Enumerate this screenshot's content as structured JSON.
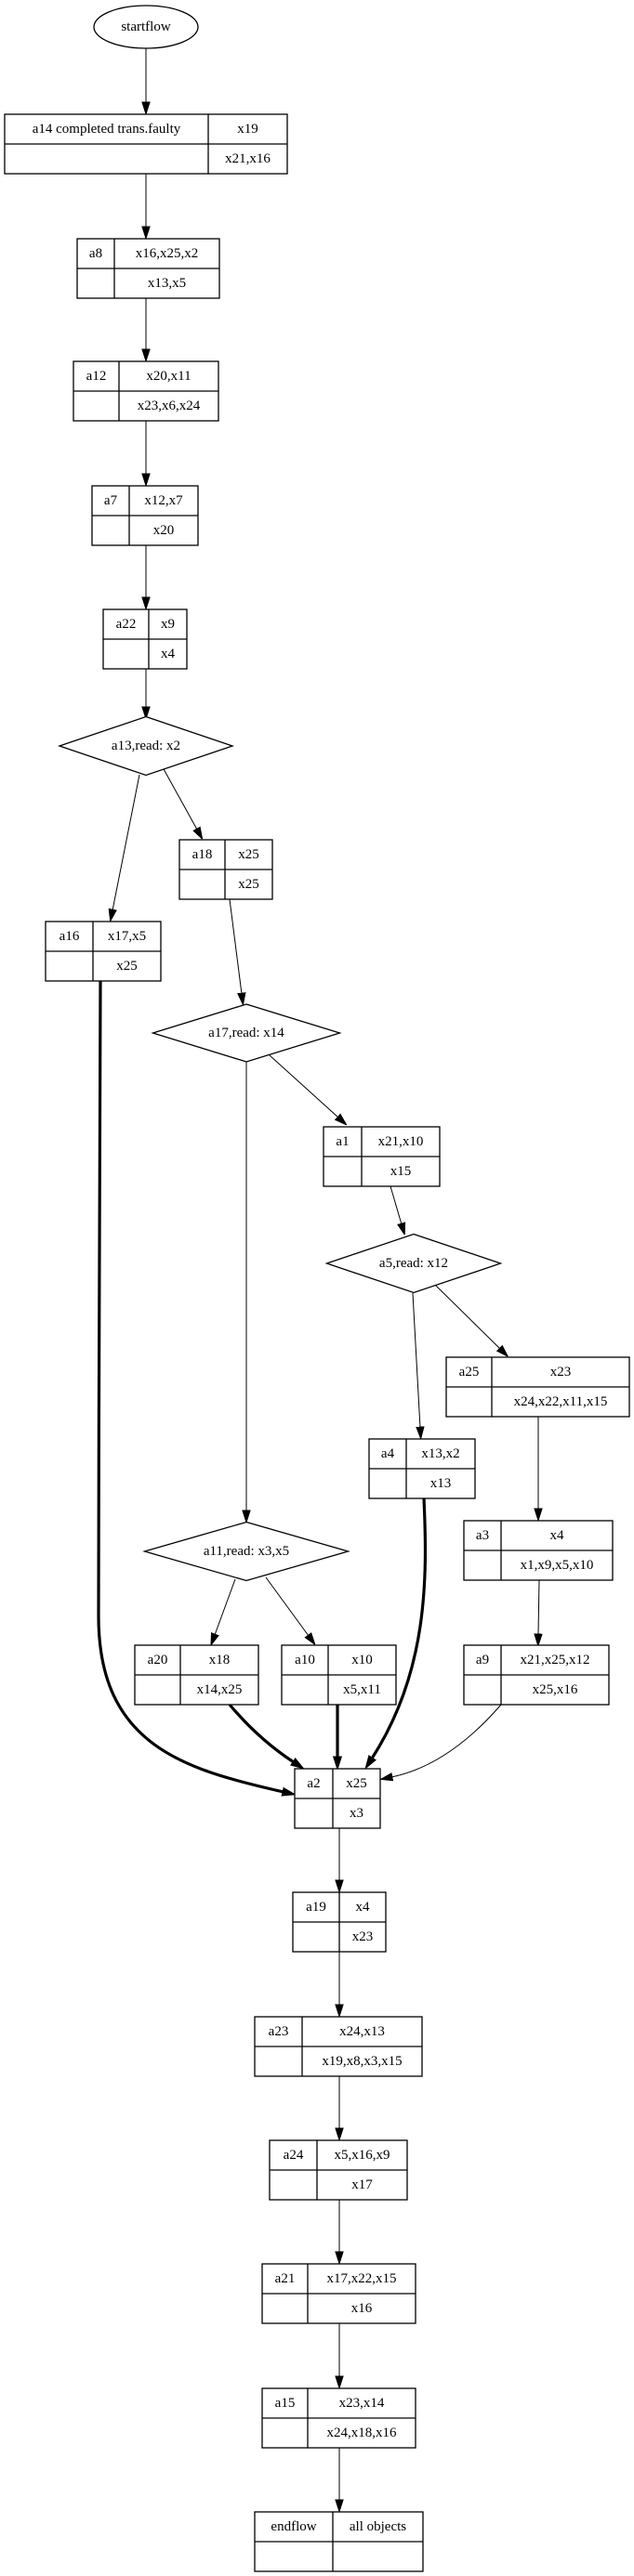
{
  "diagram": {
    "type": "flow-graph",
    "start": {
      "id": "startflow",
      "label": "startflow",
      "shape": "ellipse"
    },
    "nodes": [
      {
        "id": "a14",
        "shape": "record",
        "name": "a14 completed trans.faulty",
        "top": "x19",
        "bottom": "x21,x16"
      },
      {
        "id": "a8",
        "shape": "record",
        "name": "a8",
        "top": "x16,x25,x2",
        "bottom": "x13,x5"
      },
      {
        "id": "a12",
        "shape": "record",
        "name": "a12",
        "top": "x20,x11",
        "bottom": "x23,x6,x24"
      },
      {
        "id": "a7",
        "shape": "record",
        "name": "a7",
        "top": "x12,x7",
        "bottom": "x20"
      },
      {
        "id": "a22",
        "shape": "record",
        "name": "a22",
        "top": "x9",
        "bottom": "x4"
      },
      {
        "id": "a13",
        "shape": "diamond",
        "label": "a13,read: x2"
      },
      {
        "id": "a18",
        "shape": "record",
        "name": "a18",
        "top": "x25",
        "bottom": "x25"
      },
      {
        "id": "a16",
        "shape": "record",
        "name": "a16",
        "top": "x17,x5",
        "bottom": "x25"
      },
      {
        "id": "a17",
        "shape": "diamond",
        "label": "a17,read: x14"
      },
      {
        "id": "a1",
        "shape": "record",
        "name": "a1",
        "top": "x21,x10",
        "bottom": "x15"
      },
      {
        "id": "a5",
        "shape": "diamond",
        "label": "a5,read: x12"
      },
      {
        "id": "a25",
        "shape": "record",
        "name": "a25",
        "top": "x23",
        "bottom": "x24,x22,x11,x15"
      },
      {
        "id": "a4",
        "shape": "record",
        "name": "a4",
        "top": "x13,x2",
        "bottom": "x13"
      },
      {
        "id": "a3",
        "shape": "record",
        "name": "a3",
        "top": "x4",
        "bottom": "x1,x9,x5,x10"
      },
      {
        "id": "a11",
        "shape": "diamond",
        "label": "a11,read: x3,x5"
      },
      {
        "id": "a20",
        "shape": "record",
        "name": "a20",
        "top": "x18",
        "bottom": "x14,x25"
      },
      {
        "id": "a10",
        "shape": "record",
        "name": "a10",
        "top": "x10",
        "bottom": "x5,x11"
      },
      {
        "id": "a9",
        "shape": "record",
        "name": "a9",
        "top": "x21,x25,x12",
        "bottom": "x25,x16"
      },
      {
        "id": "a2",
        "shape": "record",
        "name": "a2",
        "top": "x25",
        "bottom": "x3"
      },
      {
        "id": "a19",
        "shape": "record",
        "name": "a19",
        "top": "x4",
        "bottom": "x23"
      },
      {
        "id": "a23",
        "shape": "record",
        "name": "a23",
        "top": "x24,x13",
        "bottom": "x19,x8,x3,x15"
      },
      {
        "id": "a24",
        "shape": "record",
        "name": "a24",
        "top": "x5,x16,x9",
        "bottom": "x17"
      },
      {
        "id": "a21",
        "shape": "record",
        "name": "a21",
        "top": "x17,x22,x15",
        "bottom": "x16"
      },
      {
        "id": "a15",
        "shape": "record",
        "name": "a15",
        "top": "x23,x14",
        "bottom": "x24,x18,x16"
      },
      {
        "id": "endflow",
        "shape": "record",
        "name": "endflow",
        "top": "all objects",
        "bottom": ""
      }
    ],
    "edges": [
      {
        "from": "startflow",
        "to": "a14",
        "bold": false
      },
      {
        "from": "a14",
        "to": "a8",
        "bold": false
      },
      {
        "from": "a8",
        "to": "a12",
        "bold": false
      },
      {
        "from": "a12",
        "to": "a7",
        "bold": false
      },
      {
        "from": "a7",
        "to": "a22",
        "bold": false
      },
      {
        "from": "a22",
        "to": "a13",
        "bold": false
      },
      {
        "from": "a13",
        "to": "a16",
        "bold": false
      },
      {
        "from": "a13",
        "to": "a18",
        "bold": false
      },
      {
        "from": "a18",
        "to": "a17",
        "bold": false
      },
      {
        "from": "a17",
        "to": "a11",
        "bold": false
      },
      {
        "from": "a17",
        "to": "a1",
        "bold": false
      },
      {
        "from": "a1",
        "to": "a5",
        "bold": false
      },
      {
        "from": "a5",
        "to": "a4",
        "bold": false
      },
      {
        "from": "a5",
        "to": "a25",
        "bold": false
      },
      {
        "from": "a25",
        "to": "a3",
        "bold": false
      },
      {
        "from": "a3",
        "to": "a9",
        "bold": false
      },
      {
        "from": "a11",
        "to": "a20",
        "bold": false
      },
      {
        "from": "a11",
        "to": "a10",
        "bold": false
      },
      {
        "from": "a16",
        "to": "a2",
        "bold": true
      },
      {
        "from": "a20",
        "to": "a2",
        "bold": true
      },
      {
        "from": "a10",
        "to": "a2",
        "bold": true
      },
      {
        "from": "a4",
        "to": "a2",
        "bold": true
      },
      {
        "from": "a9",
        "to": "a2",
        "bold": false
      },
      {
        "from": "a2",
        "to": "a19",
        "bold": false
      },
      {
        "from": "a19",
        "to": "a23",
        "bold": false
      },
      {
        "from": "a23",
        "to": "a24",
        "bold": false
      },
      {
        "from": "a24",
        "to": "a21",
        "bold": false
      },
      {
        "from": "a21",
        "to": "a15",
        "bold": false
      },
      {
        "from": "a15",
        "to": "endflow",
        "bold": false
      }
    ]
  }
}
